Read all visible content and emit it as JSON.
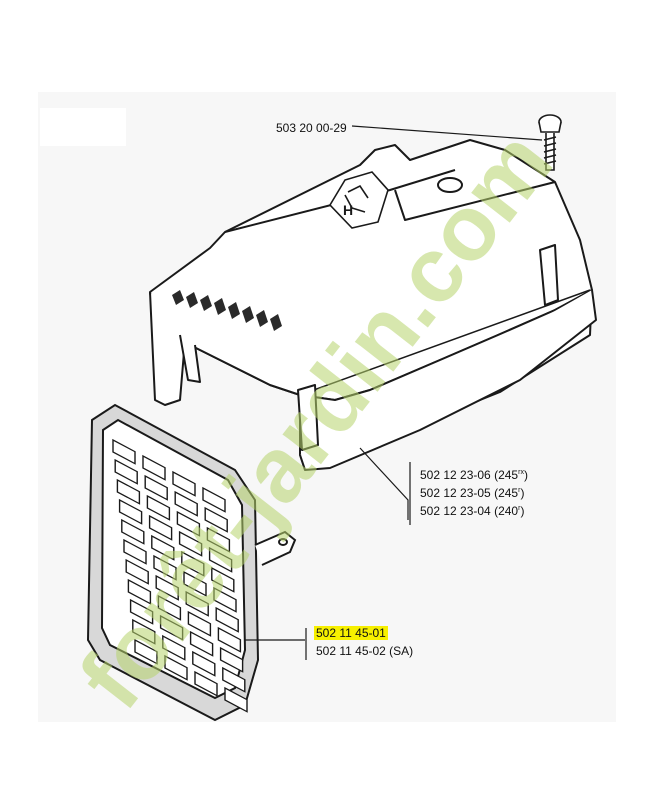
{
  "colors": {
    "line": "#1a1a1a",
    "highlight": "#f7f000",
    "watermark_green": "#b6d46c",
    "watermark_tan": "#d9c9b6"
  },
  "labels": {
    "screw": "503 20 00-29",
    "cover_a_num": "502 12 23-06",
    "cover_a_model": "(245",
    "cover_a_sup": "rx",
    "cover_a_close": ")",
    "cover_b_num": "502 12 23-05",
    "cover_b_model": "(245",
    "cover_b_sup": "r",
    "cover_b_close": ")",
    "cover_c_num": "502 12 23-04",
    "cover_c_model": "(240",
    "cover_c_sup": "r",
    "cover_c_close": ")",
    "grille_a": "502 11 45-01",
    "grille_b": "502 11 45-02 (SA)"
  },
  "watermark": {
    "text": "forêt-jardin.com",
    "icon": "watermark-logo"
  },
  "icons": {
    "logo": "husqvarna-crown-logo",
    "screw": "screw-icon"
  }
}
